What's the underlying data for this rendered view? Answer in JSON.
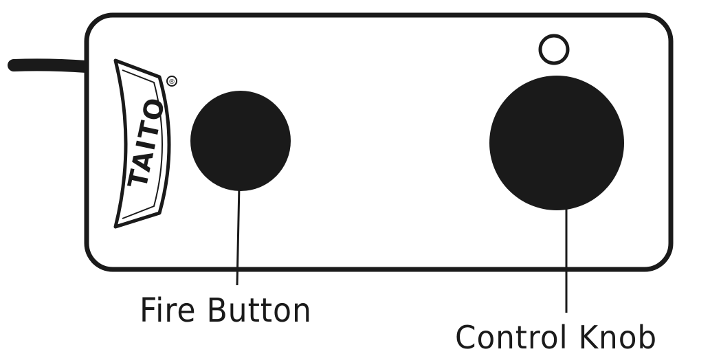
{
  "controller": {
    "brand_logo_text": "TAITO",
    "registered_mark": "®"
  },
  "labels": {
    "fire_button": "Fire Button",
    "control_knob": "Control Knob"
  },
  "colors": {
    "ink": "#1a1a1a",
    "background": "#ffffff"
  }
}
